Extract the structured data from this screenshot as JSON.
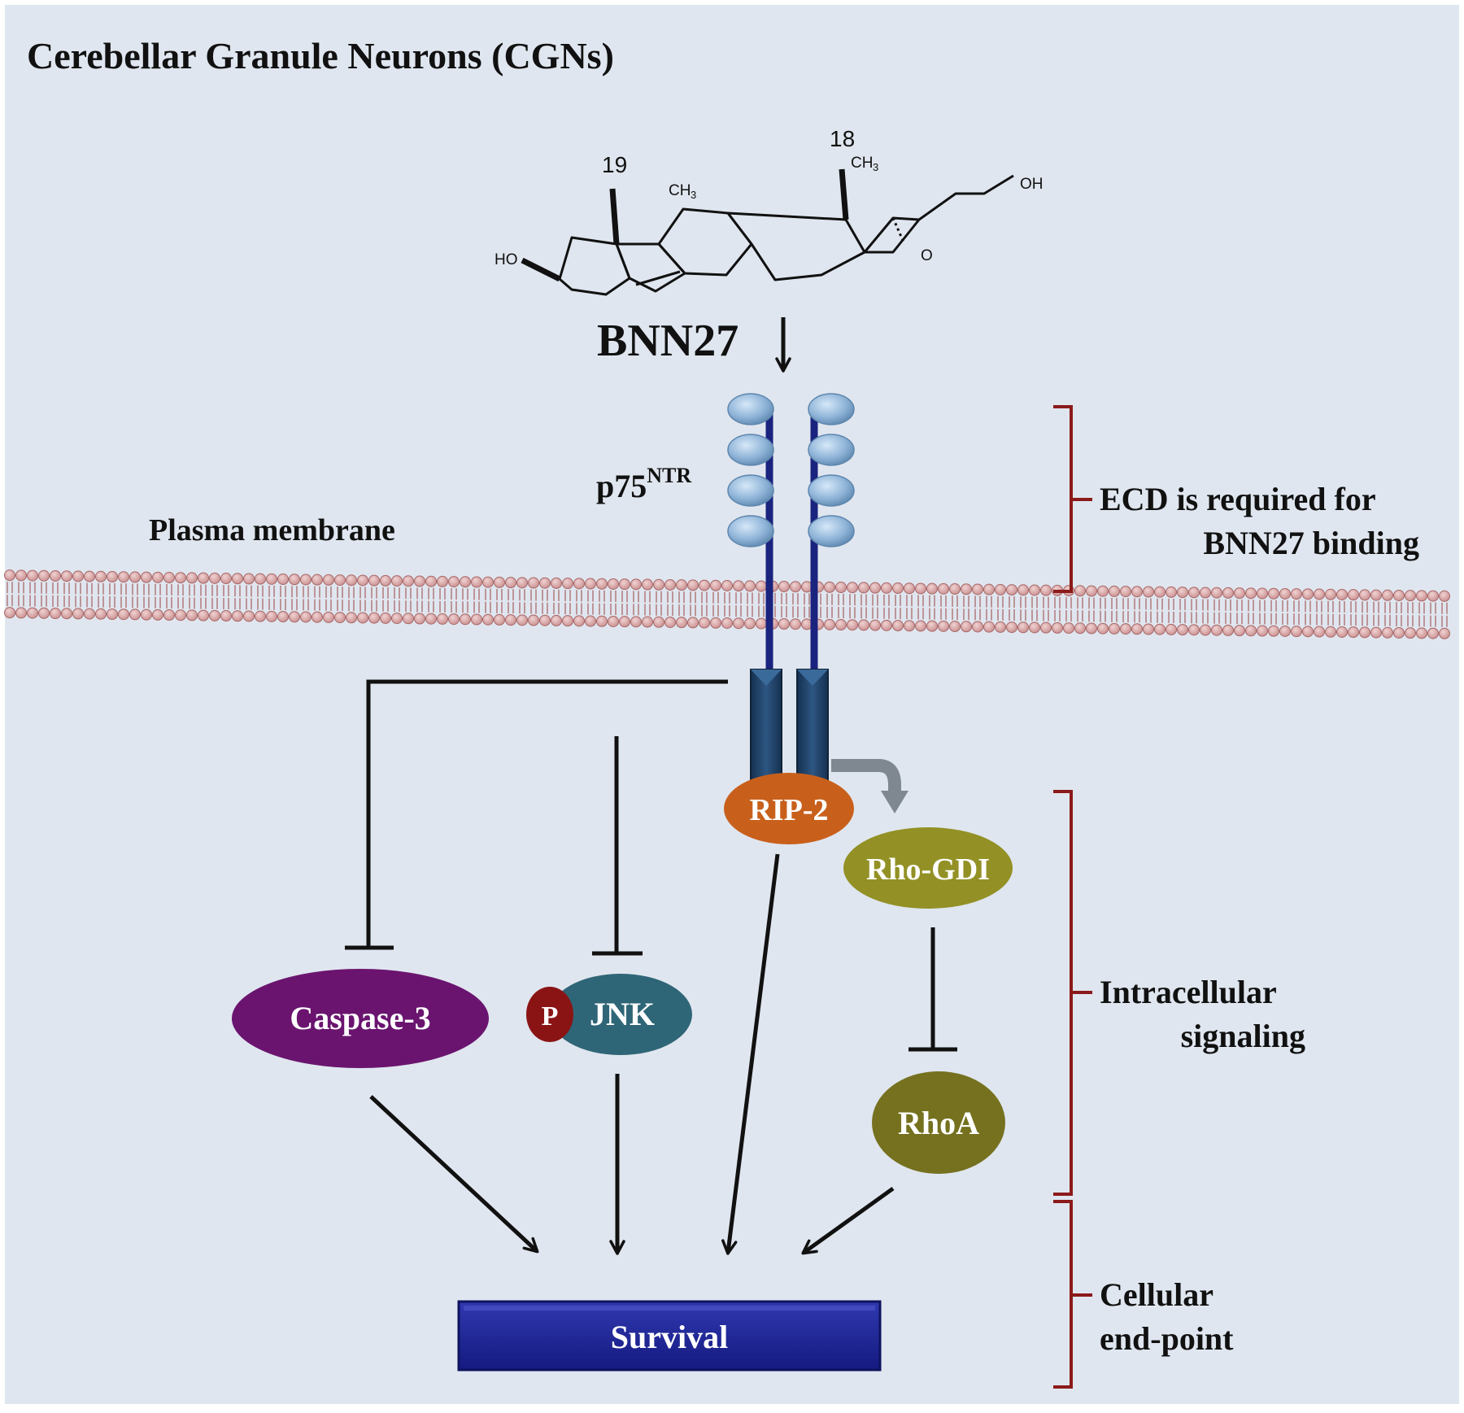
{
  "title": "Cerebellar Granule Neurons (CGNs)",
  "molecule": {
    "name": "BNN27",
    "methyl_19_number": "19",
    "methyl_18_number": "18",
    "methyl_group": "CH",
    "methyl_subscript": "3",
    "hydroxyl_left": "HO",
    "hydroxyl_right": "OH",
    "epoxide_oxygen": "O"
  },
  "receptor": {
    "name": "p75",
    "superscript": "NTR"
  },
  "membrane_label": "Plasma membrane",
  "nodes": {
    "rip2": "RIP-2",
    "rho_gdi": "Rho-GDI",
    "caspase3": "Caspase-3",
    "jnk": "JNK",
    "phospho": "P",
    "rhoa": "RhoA",
    "survival": "Survival"
  },
  "brackets": {
    "ecd": {
      "line1": "ECD is required for",
      "line2": "BNN27 binding"
    },
    "intracellular": {
      "line1": "Intracellular",
      "line2": "signaling"
    },
    "endpoint": {
      "line1": "Cellular",
      "line2": "end-point"
    }
  },
  "colors": {
    "background": "#e0e6ef",
    "membrane_lipid": "#c98e8e",
    "receptor_stalk": "#1a237e",
    "ecd_domain": "#8fb4d8",
    "intracellular_domain": "#1f3f66",
    "rip2": "#c8601c",
    "rho_gdi": "#939125",
    "caspase3": "#6a1470",
    "jnk": "#2f6677",
    "phospho": "#8a1414",
    "rhoa": "#75711f",
    "survival": "#1c2494",
    "bracket": "#8b1a1a",
    "arrow": "#111111",
    "activation_arrow": "#7f8790"
  }
}
